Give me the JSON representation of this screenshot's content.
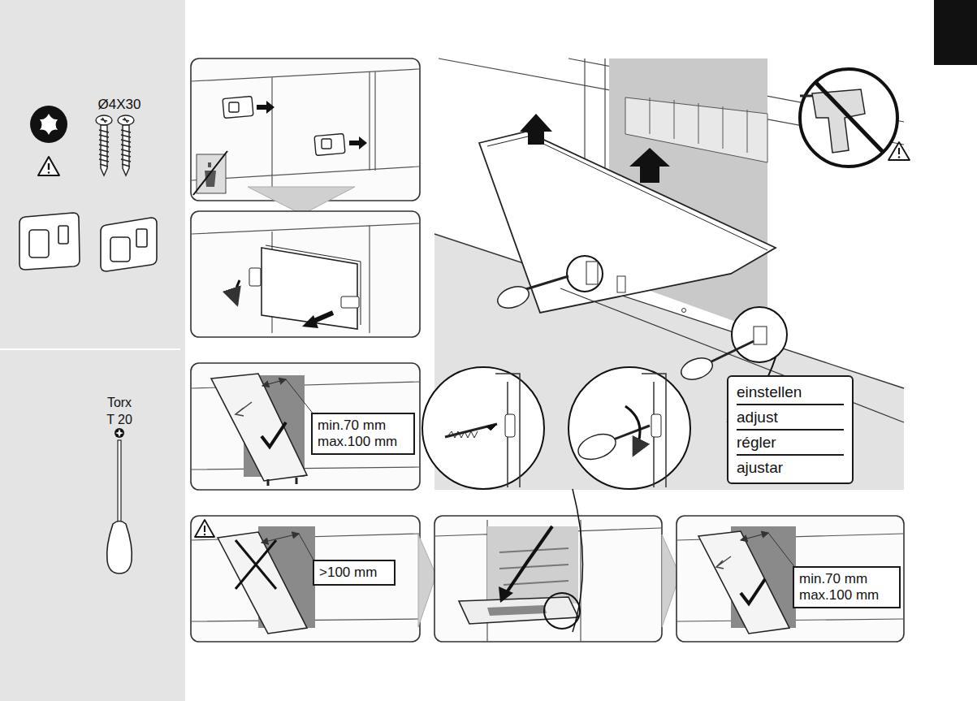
{
  "diagram": {
    "nodes": [
      {
        "text": [
          "min.70 mm max.100 mm"
        ]
      },
      {
        "text": [
          "einstellen",
          "adjust",
          "régler",
          "ajustar"
        ]
      },
      {
        "text": [
          ">100 mm"
        ]
      },
      {
        "text": [
          "min.70 mm max.100 mm"
        ]
      }
    ],
    "labels": [
      "Ø4X30",
      "Torx T 20"
    ]
  }
}
